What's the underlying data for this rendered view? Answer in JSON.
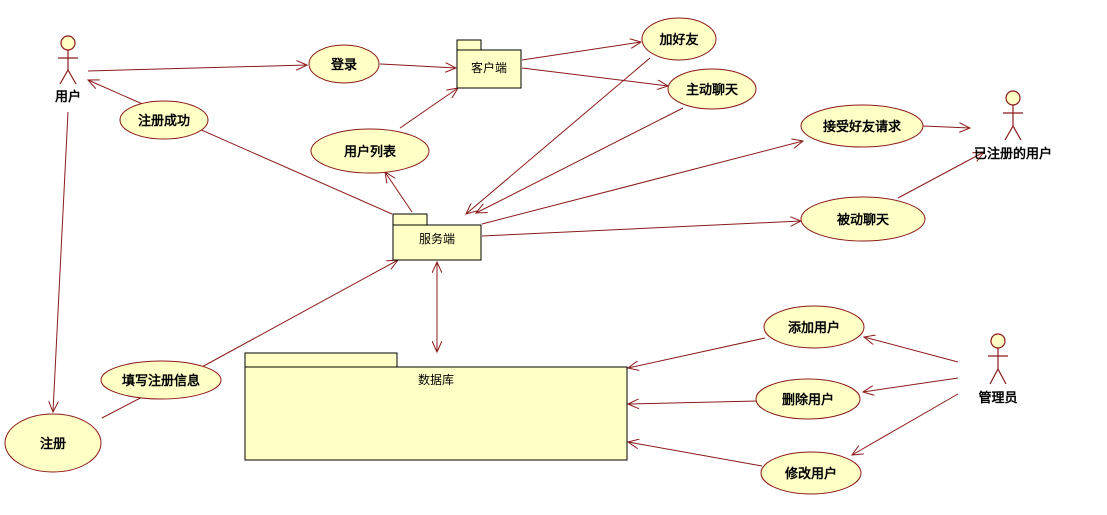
{
  "actors": {
    "user": "用户",
    "registered_user": "已注册的用户",
    "admin": "管理员"
  },
  "use_cases": {
    "login": "登录",
    "add_friend": "加好友",
    "active_chat": "主动聊天",
    "register_success": "注册成功",
    "user_list": "用户列表",
    "accept_friend_request": "接受好友请求",
    "passive_chat": "被动聊天",
    "fill_register_info": "填写注册信息",
    "register": "注册",
    "add_user": "添加用户",
    "delete_user": "删除用户",
    "modify_user": "修改用户"
  },
  "packages": {
    "client": "客户端",
    "server": "服务端",
    "database": "数据库"
  },
  "colors": {
    "element_fill": "#ffffc6",
    "line": "#8b1a1a",
    "background": "#ffffff"
  }
}
